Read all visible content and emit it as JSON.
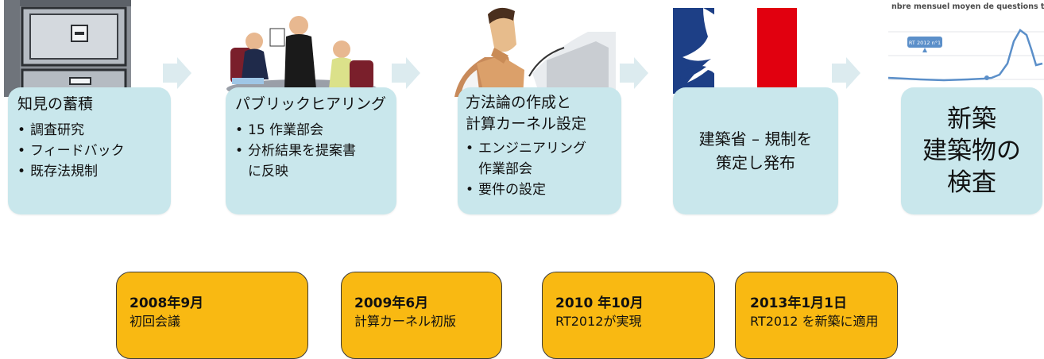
{
  "steps": [
    {
      "title": "知見の蓄積",
      "bullets": [
        "調査研究",
        "フィードバック",
        "既存法規制"
      ],
      "image": "filing-cabinet"
    },
    {
      "title": "パブリックヒアリング",
      "bullets": [
        "15 作業部会",
        "分析結果を提案書",
        "に反映"
      ],
      "image": "meeting-people"
    },
    {
      "title": [
        "方法論の作成と",
        "計算カーネル設定"
      ],
      "bullets": [
        "エンジニアリング",
        "作業部会",
        "要件の設定"
      ],
      "image": "engineer-computer"
    },
    {
      "title": [
        "建築省 – 規制を",
        "策定し発布"
      ],
      "bullets": [],
      "image": "marianne-logo"
    },
    {
      "title": [
        "新築",
        "建築物の",
        "検査"
      ],
      "bullets": [],
      "image": "line-chart-thumbnail",
      "chart_caption": "nbre mensuel moyen de questions t",
      "chart_label": "RT 2012 n°1"
    }
  ],
  "milestones": [
    {
      "date": "2008年9月",
      "desc": "初回会議"
    },
    {
      "date": "2009年6月",
      "desc": "計算カーネル初版"
    },
    {
      "date": "2010 年10月",
      "desc": "RT2012が実現"
    },
    {
      "date": "2013年1月1日",
      "desc": "RT2012 を新築に適用"
    }
  ],
  "colors": {
    "card": "#c9e7ec",
    "arrow": "#dcebef",
    "milestone": "#f9b912",
    "marianne_blue": "#1d3f86",
    "marianne_red": "#e1000f"
  }
}
